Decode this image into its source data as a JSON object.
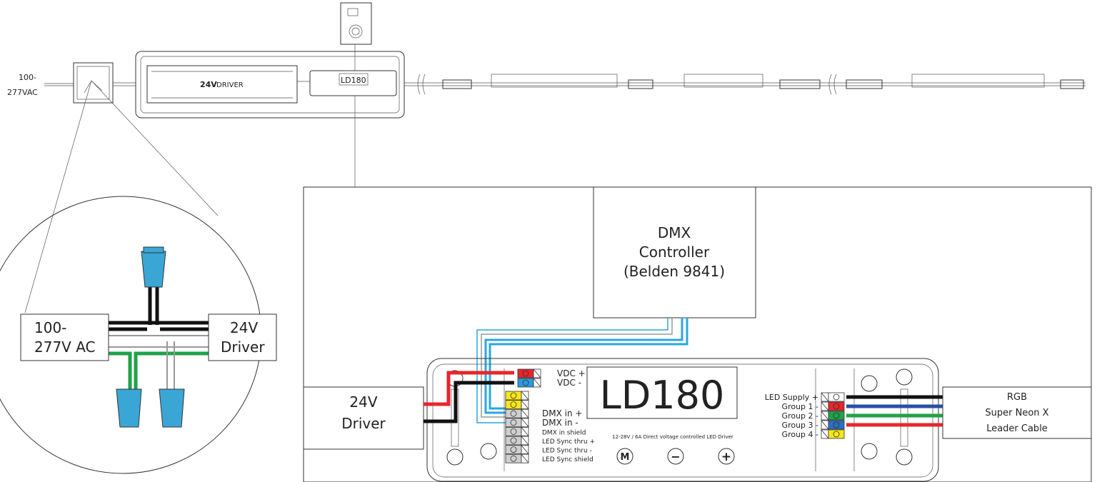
{
  "top_row": {
    "ac_input_label_line1": "100-",
    "ac_input_label_line2": "277VAC",
    "driver_label_bold": "24V",
    "driver_label_rest": "DRIVER",
    "controller_label": "LD180"
  },
  "zoom_circle": {
    "ac_box_line1": "100-",
    "ac_box_line2": "277V AC",
    "driver_box_line1": "24V",
    "driver_box_line2": "Driver"
  },
  "wiring_detail": {
    "dmx_box": [
      "DMX",
      "Controller",
      "(Belden 9841)"
    ],
    "driver_box": [
      "24V",
      "Driver"
    ],
    "ld180_title": "LD180",
    "ld180_subtitle": "12-28V / 6A Direct voltage controlled LED Driver",
    "buttons": [
      "M",
      "−",
      "+"
    ],
    "left_terminals": [
      {
        "label": "VDC +",
        "color": "#e8262b"
      },
      {
        "label": "VDC -",
        "color": "#2b9be0"
      }
    ],
    "dmx_terminals": [
      {
        "label": "",
        "color": "#f6e71a"
      },
      {
        "label": "",
        "color": "#f6e71a"
      },
      {
        "label": "DMX in +",
        "color": "#cfcfcf"
      },
      {
        "label": "DMX in -",
        "color": "#cfcfcf"
      },
      {
        "label": "DMX in shield",
        "color": "#cfcfcf"
      },
      {
        "label": "LED Sync thru +",
        "color": "#cfcfcf"
      },
      {
        "label": "LED Sync thru -",
        "color": "#cfcfcf"
      },
      {
        "label": "LED Sync shield",
        "color": "#cfcfcf"
      }
    ],
    "right_terminals": [
      {
        "label": "LED Supply +",
        "color": "#ffffff"
      },
      {
        "label": "Group 1 -",
        "color": "#e8262b"
      },
      {
        "label": "Group 2 -",
        "color": "#1fa24a"
      },
      {
        "label": "Group 3 -",
        "color": "#2a6fc1"
      },
      {
        "label": "Group 4 -",
        "color": "#f6e71a"
      }
    ],
    "output_box": [
      "RGB",
      "Super Neon X",
      "Leader Cable"
    ]
  },
  "colors": {
    "wire_red": "#e8262b",
    "wire_black": "#1a1a1a",
    "wire_green": "#1fa24a",
    "wire_blue": "#2a4fa8",
    "wire_cyan": "#29a7e1",
    "wire_nut": "#3aa6d6"
  }
}
